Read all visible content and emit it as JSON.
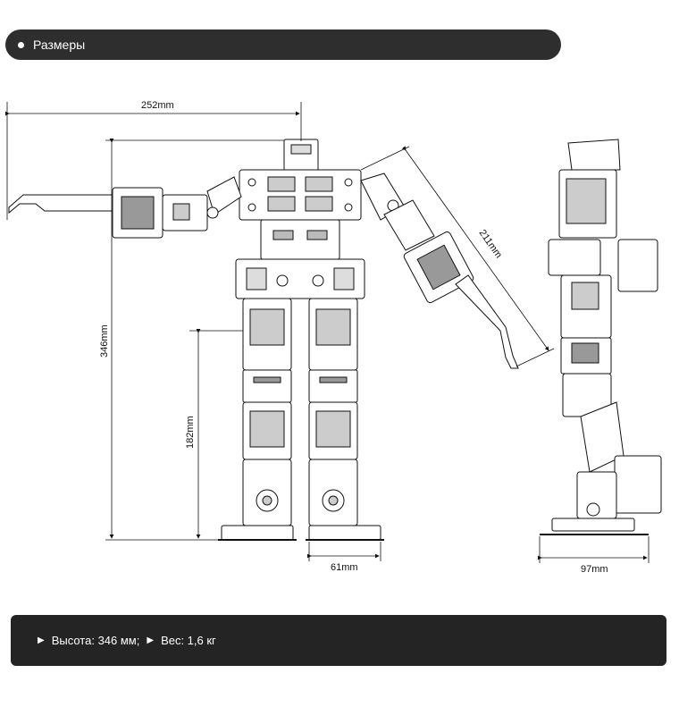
{
  "header": {
    "title": "Размеры"
  },
  "dimensions": {
    "width_arm": "252mm",
    "height_total": "346mm",
    "height_leg": "182mm",
    "foot_width": "61mm",
    "arm_length": "211mm",
    "side_depth": "97mm"
  },
  "specs": [
    {
      "text": "Высота: 346 мм;"
    },
    {
      "text": "Вес: 1,6 кг"
    }
  ],
  "icons": {
    "bullet": "dot-icon",
    "spec_marker": "triangle-right-icon"
  }
}
